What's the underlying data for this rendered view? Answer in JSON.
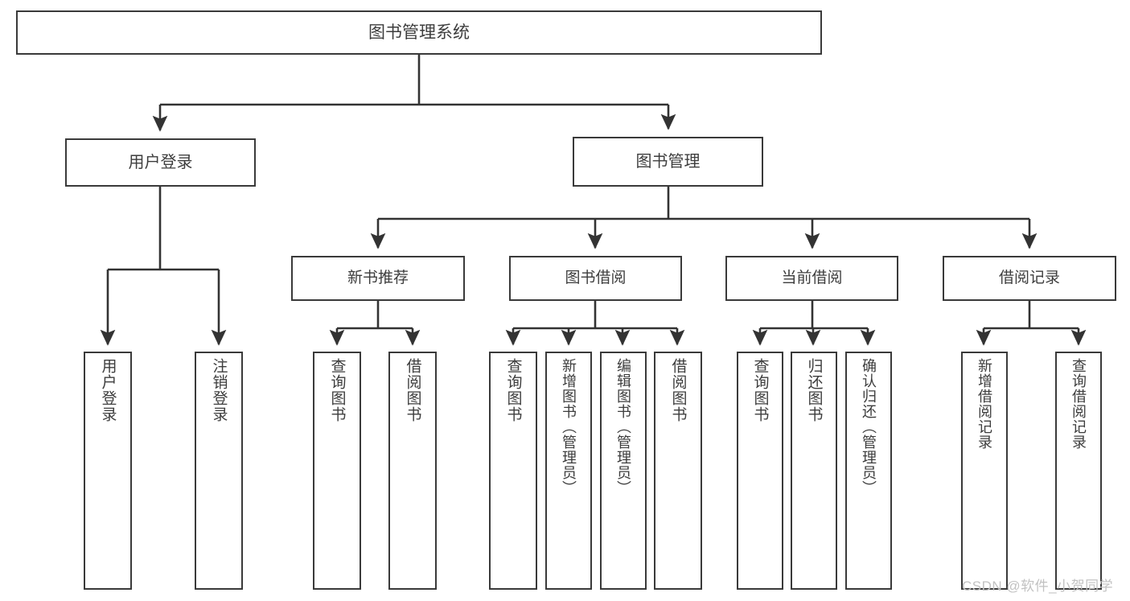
{
  "diagram": {
    "type": "tree-hierarchy-chart",
    "title": "图书管理系统",
    "orientation": "top-down",
    "colors": {
      "box_border": "#3a3a3a",
      "box_fill": "#ffffff",
      "text": "#3d3d3d",
      "connector": "#333333",
      "watermark": "#c2c2c2"
    },
    "nodes": {
      "root": {
        "label": "图书管理系统"
      },
      "level1": [
        {
          "id": "user-login",
          "label": "用户登录"
        },
        {
          "id": "book-manage",
          "label": "图书管理"
        }
      ],
      "level2": [
        {
          "id": "new-book-recommend",
          "label": "新书推荐"
        },
        {
          "id": "book-borrow",
          "label": "图书借阅"
        },
        {
          "id": "current-borrow",
          "label": "当前借阅"
        },
        {
          "id": "borrow-record",
          "label": "借阅记录"
        }
      ],
      "leaves": {
        "user-login": [
          {
            "id": "leaf-user-login",
            "label": "用户登录"
          },
          {
            "id": "leaf-logout-login",
            "label": "注销登录"
          }
        ],
        "new-book-recommend": [
          {
            "id": "leaf-query-book-1",
            "label": "查询图书"
          },
          {
            "id": "leaf-borrow-book-1",
            "label": "借阅图书"
          }
        ],
        "book-borrow": [
          {
            "id": "leaf-query-book-2",
            "label": "查询图书"
          },
          {
            "id": "leaf-add-book",
            "label": "新增图书（管理员）"
          },
          {
            "id": "leaf-edit-book",
            "label": "编辑图书（管理员）"
          },
          {
            "id": "leaf-borrow-book-2",
            "label": "借阅图书"
          }
        ],
        "current-borrow": [
          {
            "id": "leaf-query-book-3",
            "label": "查询图书"
          },
          {
            "id": "leaf-return-book",
            "label": "归还图书"
          },
          {
            "id": "leaf-confirm-return",
            "label": "确认归还（管理员）"
          }
        ],
        "borrow-record": [
          {
            "id": "leaf-add-record",
            "label": "新增借阅记录"
          },
          {
            "id": "leaf-query-record",
            "label": "查询借阅记录"
          }
        ]
      }
    }
  },
  "watermark": {
    "text": "CSDN @软件_小贺同学"
  }
}
